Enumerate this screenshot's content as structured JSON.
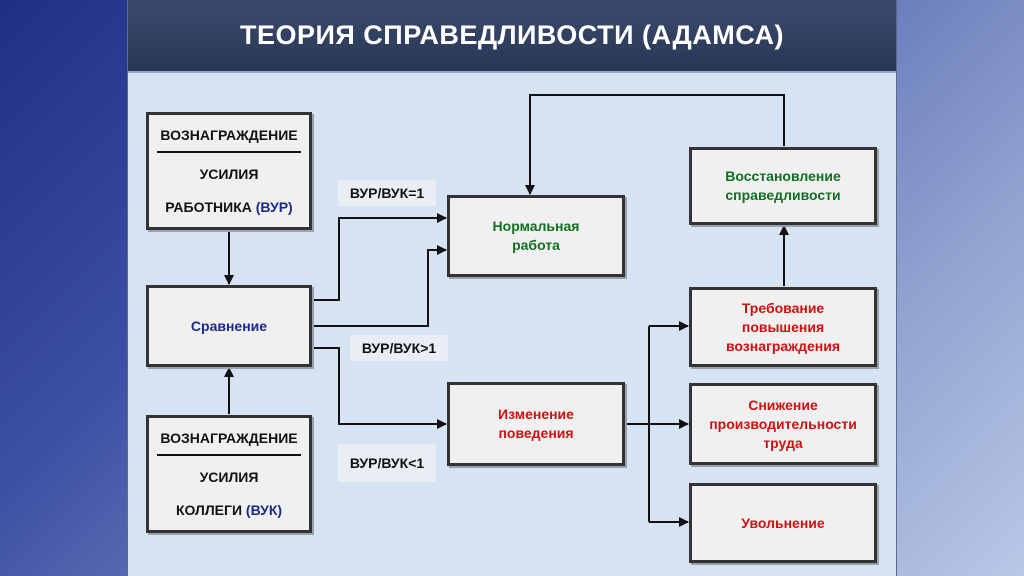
{
  "title": "ТЕОРИЯ СПРАВЕДЛИВОСТИ (АДАМСА)",
  "employee_box": {
    "reward": "ВОЗНАГРАЖДЕНИЕ",
    "effort": "УСИЛИЯ",
    "who": "РАБОТНИКА",
    "abbr": "(ВУР)"
  },
  "colleague_box": {
    "reward": "ВОЗНАГРАЖДЕНИЕ",
    "effort": "УСИЛИЯ",
    "who": "КОЛЛЕГИ",
    "abbr": "(ВУК)"
  },
  "comparison": "Сравнение",
  "normal_work": [
    "Нормальная",
    "работа"
  ],
  "behavior_change": [
    "Изменение",
    "поведения"
  ],
  "restore_justice": [
    "Восстановление",
    "справедливости"
  ],
  "demand_raise": [
    "Требование",
    "повышения",
    "вознаграждения"
  ],
  "productivity_drop": [
    "Снижение",
    "производительности",
    "труда"
  ],
  "dismissal": "Увольнение",
  "conditions": {
    "equal": "ВУР/ВУК=1",
    "greater": "ВУР/ВУК>1",
    "less": "ВУР/ВУК<1"
  },
  "colors": {
    "green": "#107020",
    "red": "#d01010",
    "navy": "#1a2a8a",
    "title_bar": "#2f3d5f",
    "slide_bg": "#d6e3f2"
  }
}
